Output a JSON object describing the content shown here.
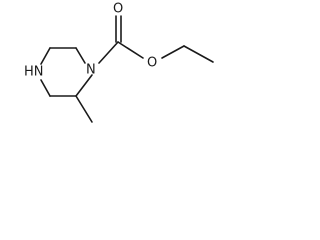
{
  "molecule": {
    "atoms": {
      "ring_n_carbamate": "N",
      "ring_nh": "HN",
      "carbonyl_o": "O",
      "ester_o": "O"
    },
    "colors": {
      "bond": "#1a1a1a",
      "label": "#1a1a1a",
      "background": "#ffffff"
    }
  }
}
